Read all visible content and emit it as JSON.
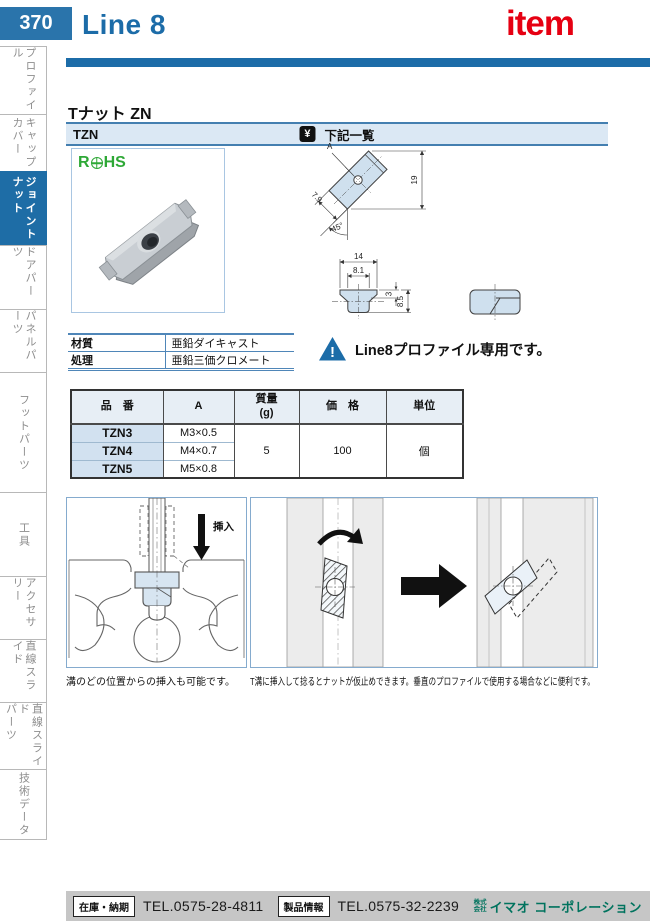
{
  "page": {
    "number": "370",
    "section_title": "Line 8",
    "brand_logo": "item"
  },
  "sidebar": {
    "items": [
      {
        "lines": [
          "プロファイル"
        ],
        "active": false
      },
      {
        "lines": [
          "キャップ",
          "カバー"
        ],
        "active": false
      },
      {
        "lines": [
          "ジョイント",
          "ナット"
        ],
        "active": true
      },
      {
        "lines": [
          "ドアパーツ"
        ],
        "active": false
      },
      {
        "lines": [
          "パネルパーツ"
        ],
        "active": false
      },
      {
        "lines": [
          "フットパーツ"
        ],
        "active": false
      },
      {
        "lines": [
          "工具"
        ],
        "active": false
      },
      {
        "lines": [
          "アクセサリー"
        ],
        "active": false
      },
      {
        "lines": [
          "直線スライド"
        ],
        "active": false
      },
      {
        "lines": [
          "直線スライド",
          "パーツ"
        ],
        "active": false
      },
      {
        "lines": [
          "技術データ"
        ],
        "active": false
      }
    ]
  },
  "product": {
    "title": "Tナット ZN",
    "code": "TZN",
    "price_icon": "¥",
    "price_note": "下記一覧",
    "rohs_prefix": "R",
    "rohs_suffix": "HS"
  },
  "specs": {
    "rows": [
      {
        "label": "材質",
        "value": "亜鉛ダイキャスト"
      },
      {
        "label": "処理",
        "value": "亜鉛三価クロメート"
      }
    ]
  },
  "notice": {
    "icon": "!",
    "text": "Line8プロファイル専用です。"
  },
  "drawing": {
    "dims": {
      "a": "A",
      "h19": "19",
      "w79": "7.9",
      "ang45": "45°",
      "w14": "14",
      "w81": "8.1",
      "h3": "3",
      "h85": "8.5"
    }
  },
  "order_table": {
    "headers": {
      "part": "品　番",
      "a": "A",
      "mass": "質量",
      "mass_unit": "(g)",
      "price": "価　格",
      "unit": "単位"
    },
    "rows": [
      {
        "part": "TZN3",
        "a": "M3×0.5"
      },
      {
        "part": "TZN4",
        "a": "M4×0.7"
      },
      {
        "part": "TZN5",
        "a": "M5×0.8"
      }
    ],
    "mass": "5",
    "price": "100",
    "unit": "個"
  },
  "illustrations": {
    "insert_label": "挿入",
    "left_caption": "溝のどの位置からの挿入も可能です。",
    "right_caption": "T溝に挿入して捻るとナットが仮止めできます。垂直のプロファイルで使用する場合などに便利です。"
  },
  "footer": {
    "stock_label": "在庫・納期",
    "stock_tel": "TEL.0575-28-4811",
    "info_label": "製品情報",
    "info_tel": "TEL.0575-32-2239",
    "company_prefix_1": "株式",
    "company_prefix_2": "会社",
    "company_name": "イマオ コーポレーション"
  },
  "colors": {
    "accent_blue": "#1c6ca8",
    "logo_red": "#e60012",
    "logo_green": "#00735e",
    "price_bar_bg": "#dbe8f4",
    "drawing_fill": "#cfe0ee",
    "footer_bg": "#c6c6c6"
  }
}
